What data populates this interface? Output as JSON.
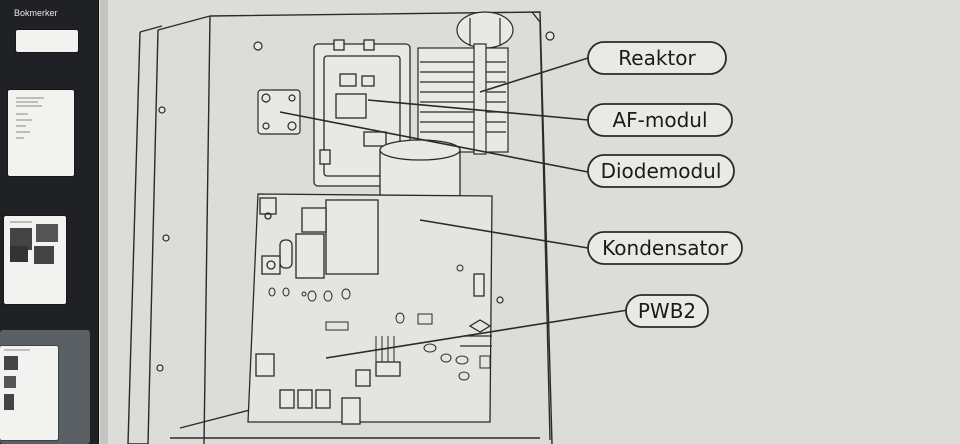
{
  "sidebar": {
    "title": "Bokmerker",
    "close_icon": "chevron-left-icon",
    "thumbnails": [
      {
        "page": 1,
        "selected": false
      },
      {
        "page": 2,
        "selected": false
      },
      {
        "page": 3,
        "selected": false
      },
      {
        "page": 4,
        "selected": true
      }
    ]
  },
  "diagram": {
    "labels": {
      "reaktor": "Reaktor",
      "af_modul": "AF-modul",
      "diodemodul": "Diodemodul",
      "kondensator": "Kondensator",
      "pwb2": "PWB2"
    }
  },
  "colors": {
    "sidebar_bg": "#1f2124",
    "page_bg": "#dcdcd9",
    "line": "#2a2a2a"
  }
}
